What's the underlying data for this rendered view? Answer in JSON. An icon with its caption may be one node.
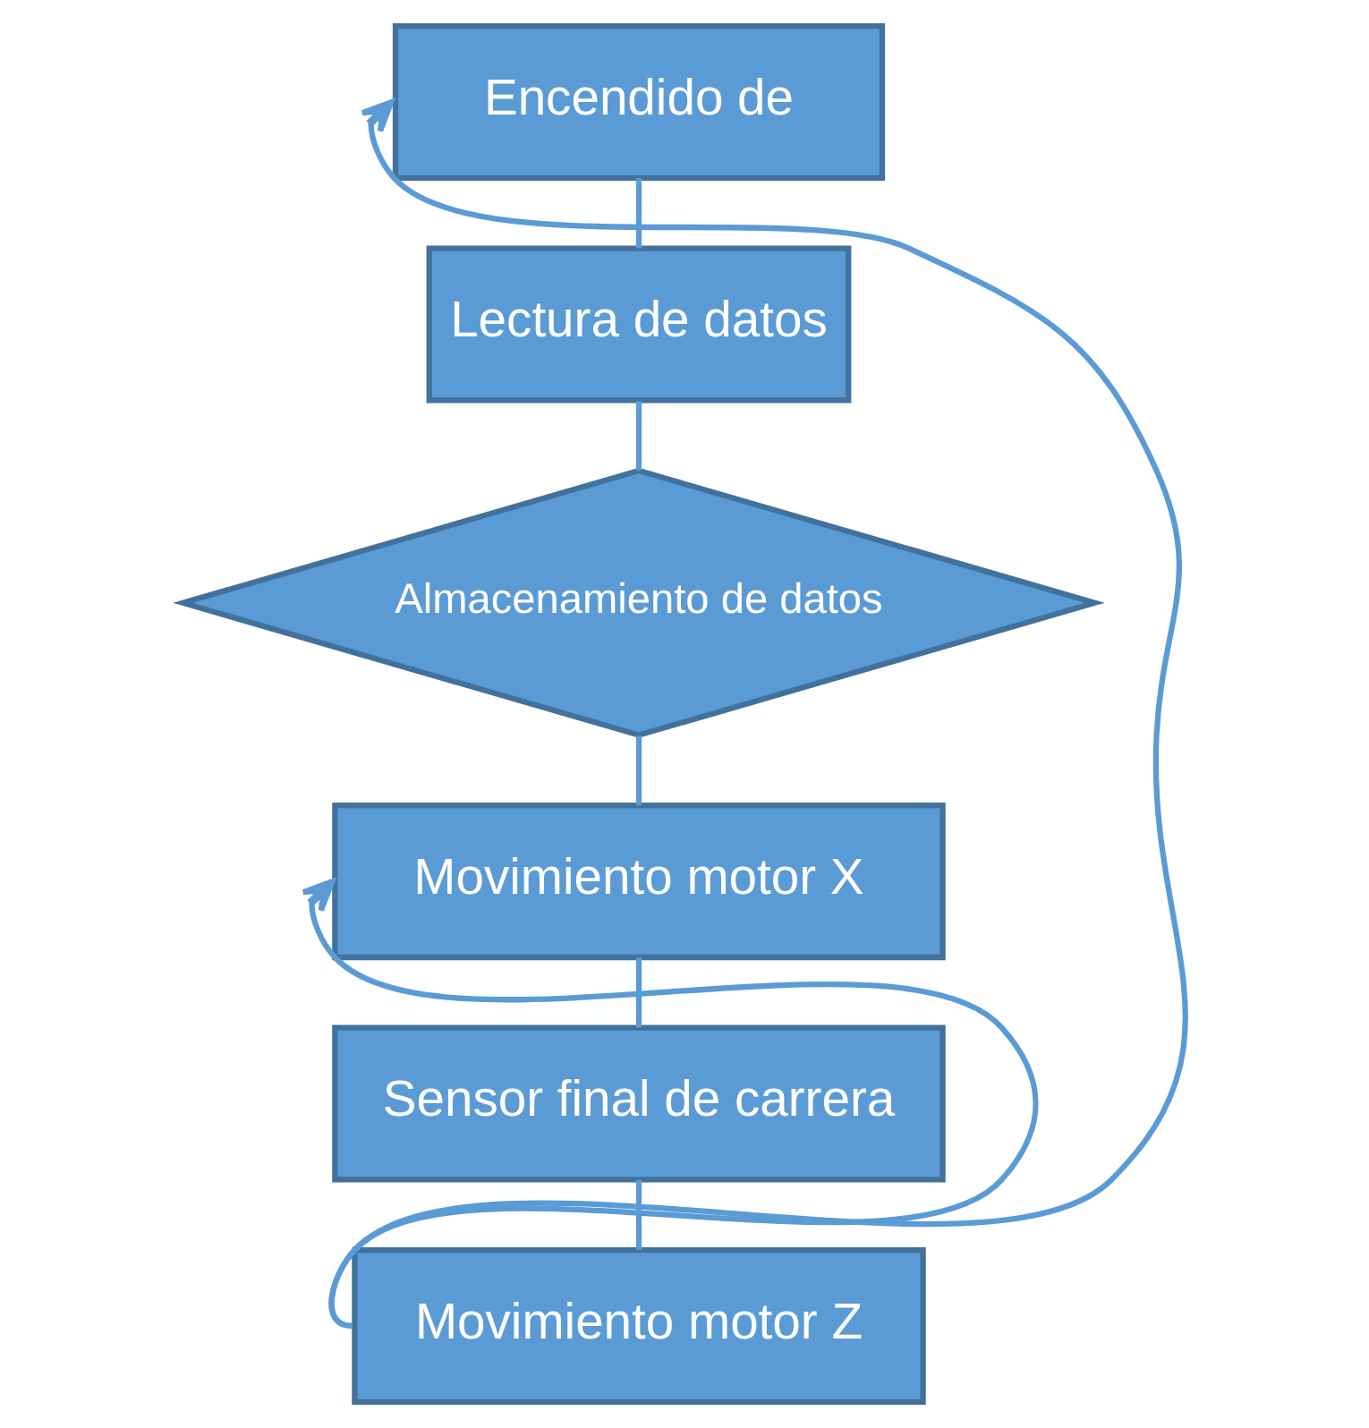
{
  "diagram": {
    "nodes": [
      {
        "text": [
          "Encendido de"
        ]
      },
      {
        "text": [
          "Lectura de datos"
        ]
      },
      {
        "text": [
          "Almacenamiento de datos"
        ]
      },
      {
        "text": [
          "Movimiento motor X"
        ]
      },
      {
        "text": [
          "Sensor final de carrera"
        ]
      },
      {
        "text": [
          "Movimiento motor Z"
        ]
      }
    ],
    "edges": [
      {
        "from": 0,
        "to": 1,
        "arrow": "none"
      },
      {
        "from": 1,
        "to": 2,
        "arrow": "none"
      },
      {
        "from": 2,
        "to": 3,
        "arrow": "none"
      },
      {
        "from": 3,
        "to": 4,
        "arrow": "none"
      },
      {
        "from": 4,
        "to": 5,
        "arrow": "none"
      },
      {
        "from": 5,
        "to": 0,
        "arrow": "to"
      },
      {
        "from": 5,
        "to": 3,
        "arrow": "to"
      }
    ]
  }
}
